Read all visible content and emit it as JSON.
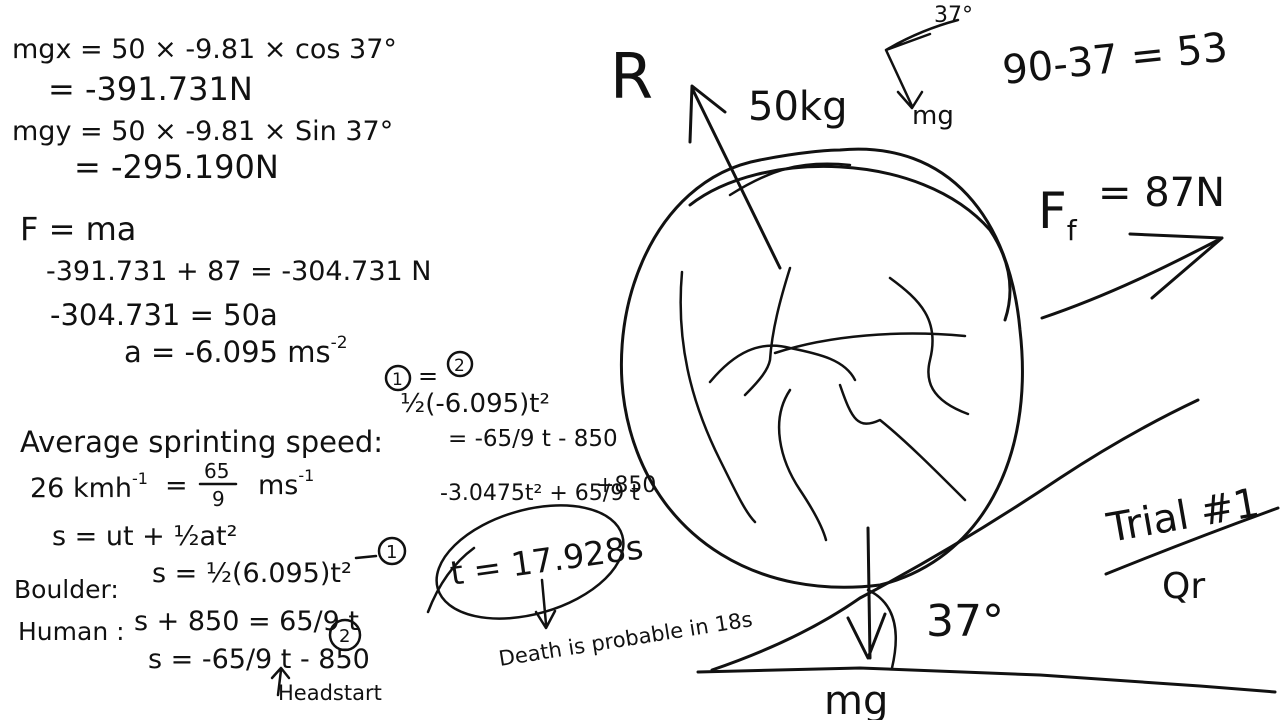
{
  "left_work": {
    "mgx_line1": "mgx = 50 × -9.81 × cos 37°",
    "mgx_line2": "= -391.731N",
    "mgy_line1": "mgy = 50 × -9.81 × Sin 37°",
    "mgy_line2": "= -295.190N",
    "f_ma": "F = ma",
    "net_force": "-391.731 + 87 = -304.731 N",
    "newton2": "-304.731 = 50a",
    "accel": "a = -6.095 ms",
    "accel_exp": "-2",
    "sprint_heading": "Average sprinting speed:",
    "sprint_speed_a": "26 kmh",
    "sprint_speed_exp": "-1",
    "sprint_speed_eq": "=",
    "sprint_frac_num": "65",
    "sprint_frac_den": "9",
    "sprint_speed_unit": "ms",
    "sprint_unit_exp": "-1",
    "suvat": "s = ut + ½at²",
    "boulder_label": "Boulder:",
    "boulder_eq": "s = ½(6.095)t²",
    "eq1_marker": "1",
    "human_label": "Human :",
    "human_eq": "s + 850 = 65/9 t",
    "eq2_line": "s = -65/9 t - 850",
    "eq2_marker": "2",
    "headstart": "Headstart"
  },
  "mid_work": {
    "equate_a": "1",
    "equate_eq": "=",
    "equate_b": "2",
    "step1": "½(-6.095)t²",
    "step2": "= -65/9 t - 850",
    "step3a": "-3.0475t² + 65/9 t",
    "step3b": "+850",
    "answer": "t = 17.928s",
    "conclusion": "Death is probable in 18s"
  },
  "diagram": {
    "reaction_label": "R",
    "mass_label": "50kg",
    "angle_top": "37°",
    "mg_small": "mg",
    "angle_calc": "90-37 = 53",
    "friction_label": "F",
    "friction_sub": "f",
    "friction_value": "= 87N",
    "weight_label": "mg",
    "slope_angle": "37°",
    "trial_label": "Trial #1",
    "initials": "Qr"
  }
}
